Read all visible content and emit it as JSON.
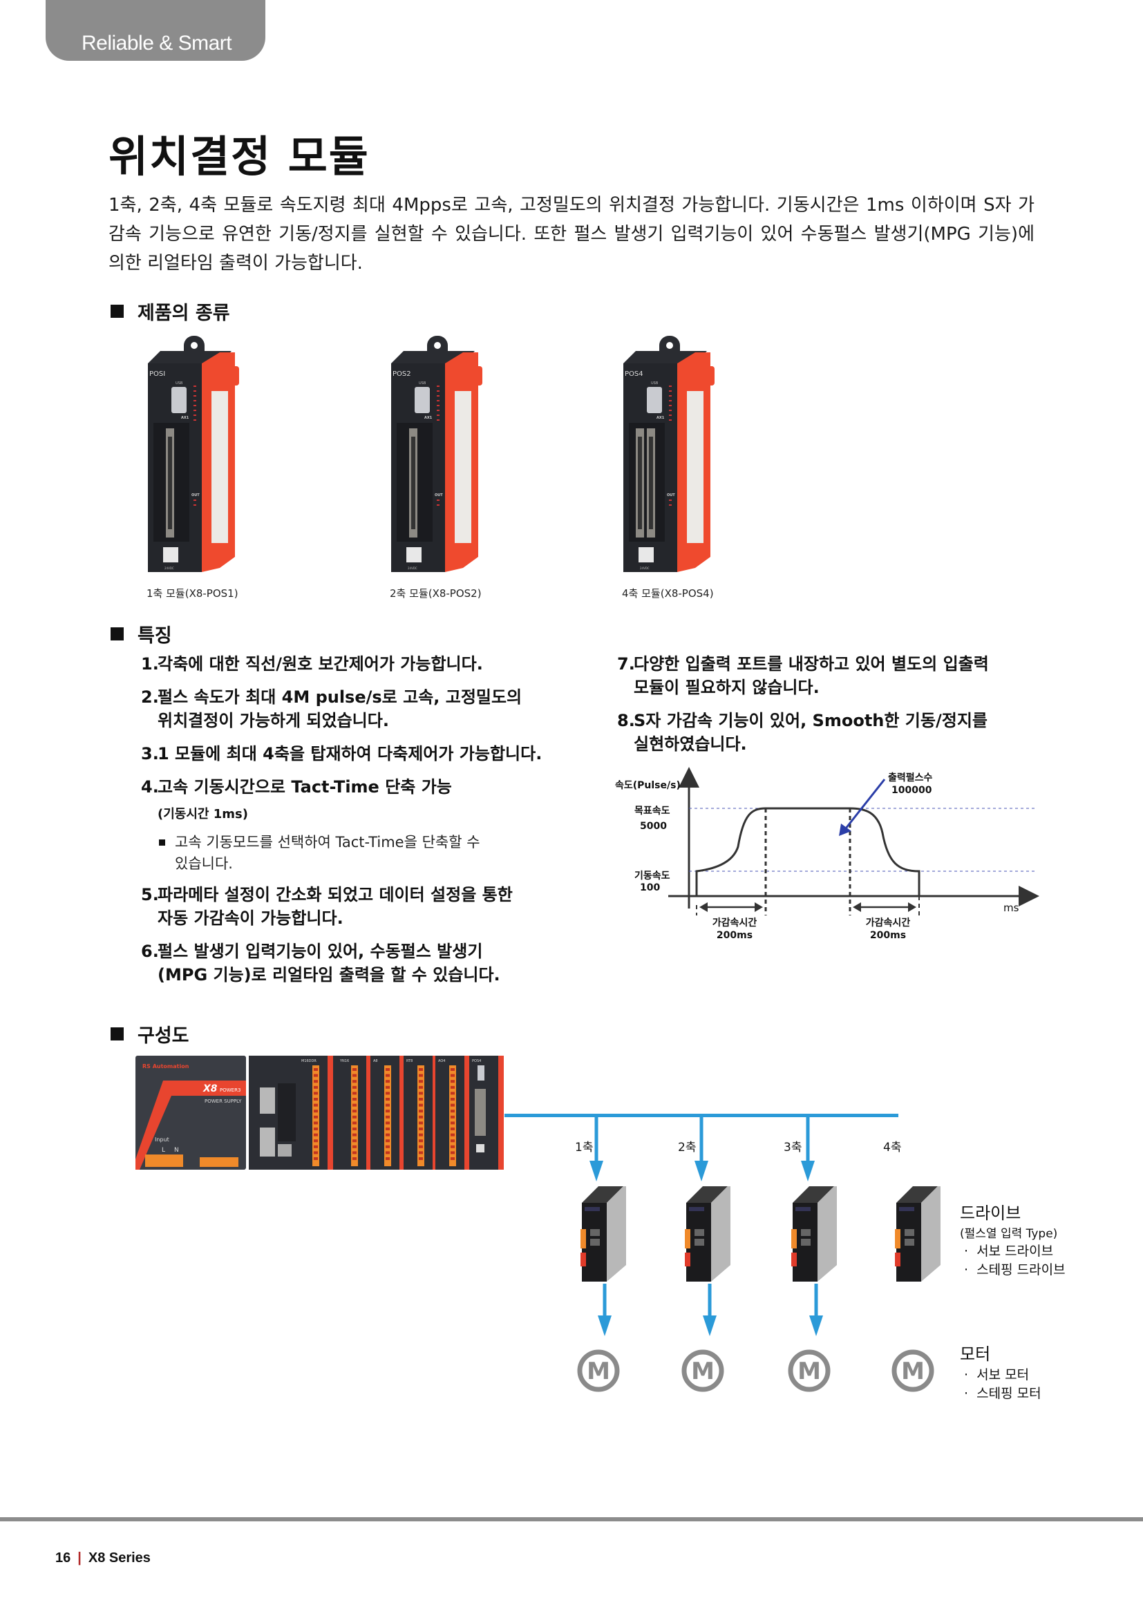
{
  "header": {
    "tab_label": "Reliable & Smart"
  },
  "title": "위치결정 모듈",
  "intro": "1축, 2축, 4축 모듈로 속도지령 최대 4Mpps로 고속, 고정밀도의 위치결정 가능합니다. 기동시간은 1ms 이하이며 S자 가감속 기능으로 유연한 기동/정지를 실현할 수 있습니다. 또한 펄스 발생기 입력기능이 있어 수동펄스 발생기(MPG 기능)에 의한 리얼타임 출력이 가능합니다.",
  "products": {
    "heading": "제품의 종류",
    "items": [
      {
        "label": "POSI",
        "caption": "1축 모듈(X8-POS1)",
        "connectors": 1
      },
      {
        "label": "POS2",
        "caption": "2축 모듈(X8-POS2)",
        "connectors": 1
      },
      {
        "label": "POS4",
        "caption": "4축 모듈(X8-POS4)",
        "connectors": 2
      }
    ],
    "module_text": {
      "usb": "USB",
      "ax1": "AX1",
      "out": "OUT",
      "dc": "24VDC"
    }
  },
  "features": {
    "heading": "특징",
    "items": [
      {
        "num": "1.",
        "lines": [
          "각축에 대한 직선/원호 보간제어가 가능합니다."
        ]
      },
      {
        "num": "2.",
        "lines": [
          "펄스 속도가 최대 4M pulse/s로 고속, 고정밀도의",
          "위치결정이 가능하게 되었습니다."
        ]
      },
      {
        "num": "3.",
        "lines": [
          "1 모듈에 최대 4축을 탑재하여 다축제어가 가능합니다."
        ]
      },
      {
        "num": "4.",
        "lines": [
          "고속 기동시간으로 Tact-Time 단축 가능"
        ],
        "sub": "(기동시간 1ms)",
        "note": [
          "고속 기동모드를 선택하여 Tact-Time을 단축할 수",
          "있습니다."
        ]
      },
      {
        "num": "5.",
        "lines": [
          "파라메타 설정이 간소화 되었고 데이터 설정을 통한",
          "자동 가감속이 가능합니다."
        ]
      },
      {
        "num": "6.",
        "lines": [
          "펄스 발생기 입력기능이 있어, 수동펄스 발생기",
          "(MPG 기능)로 리얼타임 출력을 할 수 있습니다."
        ]
      },
      {
        "num": "7.",
        "lines": [
          "다양한 입출력 포트를 내장하고 있어 별도의 입출력",
          "모듈이 필요하지 않습니다."
        ]
      },
      {
        "num": "8.",
        "lines": [
          "S자 가감속 기능이 있어, Smooth한 기동/정지를",
          "실현하였습니다."
        ]
      }
    ]
  },
  "chart_data": {
    "type": "line",
    "title": "",
    "ylabel": "속도(Pulse/s)",
    "xlabel": "ms",
    "y_levels": [
      {
        "label": "목표속도",
        "value": 5000
      },
      {
        "label": "기동속도",
        "value": 100
      }
    ],
    "profile": {
      "start_speed": 100,
      "target_speed": 5000,
      "accel_time_ms": 200,
      "decel_time_ms": 200
    },
    "annotations": [
      {
        "label": "가감속시간",
        "value": "200ms",
        "position": "bottom-left"
      },
      {
        "label": "가감속시간",
        "value": "200ms",
        "position": "bottom-right"
      },
      {
        "label": "출력펄스수",
        "value": "100000",
        "position": "top-right"
      }
    ],
    "grid": false,
    "colors": {
      "curve": "#333333",
      "guide": "#4a55b5",
      "arrow": "#2b3ea8"
    }
  },
  "configuration": {
    "heading": "구성도",
    "rack": {
      "brand": "RS Automation",
      "psu_model": "X8",
      "psu_name": "POWER3",
      "psu_label": "POWER SUPPLY",
      "input_label": "Input",
      "terminals": [
        "L",
        "N"
      ],
      "modules": [
        "M16DDR",
        "YN16",
        "A8",
        "RT8",
        "AO4",
        "POS4"
      ]
    },
    "axes": [
      "1축",
      "2축",
      "3축",
      "4축"
    ],
    "drive": {
      "title": "드라이브",
      "subtitle": "(펄스열 입력 Type)",
      "items": [
        "서보 드라이브",
        "스테핑 드라이브"
      ]
    },
    "motor": {
      "symbol": "M",
      "title": "모터",
      "items": [
        "서보 모터",
        "스테핑 모터"
      ]
    },
    "colors": {
      "line": "#2b9ad8",
      "motor": "#8a8a8a"
    }
  },
  "footer": {
    "page": "16",
    "series": "X8 Series"
  },
  "colors": {
    "tab": "#8c8c8c",
    "accent_red": "#e8452f",
    "footer_bar": "#b22a2a"
  }
}
